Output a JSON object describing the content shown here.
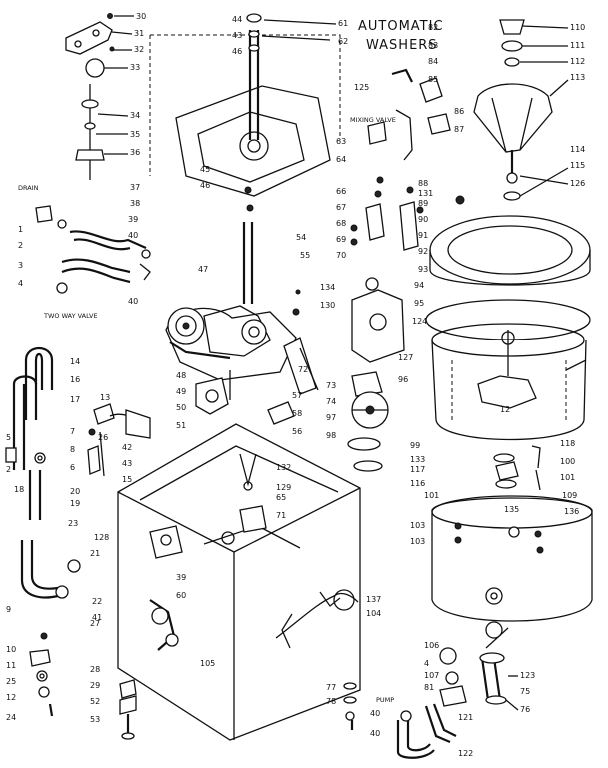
{
  "title": {
    "line1": "AUTOMATIC",
    "line2": "WASHERS"
  },
  "notes": {
    "drain": "DRAIN",
    "two_way_valve": "TWO WAY VALVE",
    "mixing_valve": "MIXING VALVE",
    "pump": "PUMP"
  },
  "part_labels": [
    "30",
    "31",
    "32",
    "33",
    "34",
    "35",
    "36",
    "37",
    "38",
    "39",
    "40",
    "2",
    "1",
    "3",
    "4",
    "40",
    "44",
    "43",
    "46",
    "45",
    "46",
    "61",
    "62",
    "125",
    "47",
    "55",
    "54",
    "134",
    "130",
    "48",
    "49",
    "50",
    "51",
    "57",
    "58",
    "56",
    "82",
    "83",
    "84",
    "85",
    "86",
    "87",
    "88",
    "131",
    "89",
    "63",
    "64",
    "66",
    "67",
    "68",
    "69",
    "70",
    "90",
    "91",
    "92",
    "93",
    "94",
    "95",
    "124",
    "110",
    "111",
    "112",
    "113",
    "114",
    "115",
    "126",
    "127",
    "96",
    "12",
    "14",
    "16",
    "17",
    "7",
    "6",
    "8",
    "18",
    "19",
    "20",
    "128",
    "23",
    "21",
    "22",
    "41",
    "42",
    "43",
    "15",
    "13",
    "5",
    "2",
    "9",
    "10",
    "11",
    "12",
    "24",
    "25",
    "26",
    "27",
    "28",
    "29",
    "52",
    "53",
    "39",
    "60",
    "132",
    "129",
    "65",
    "71",
    "72",
    "73",
    "74",
    "97",
    "98",
    "99",
    "133",
    "116",
    "117",
    "118",
    "100",
    "101",
    "101",
    "103",
    "109",
    "103",
    "135",
    "136",
    "137",
    "104",
    "105",
    "106",
    "4",
    "107",
    "81",
    "40",
    "40",
    "121",
    "122",
    "123",
    "75",
    "76",
    "77",
    "78"
  ]
}
